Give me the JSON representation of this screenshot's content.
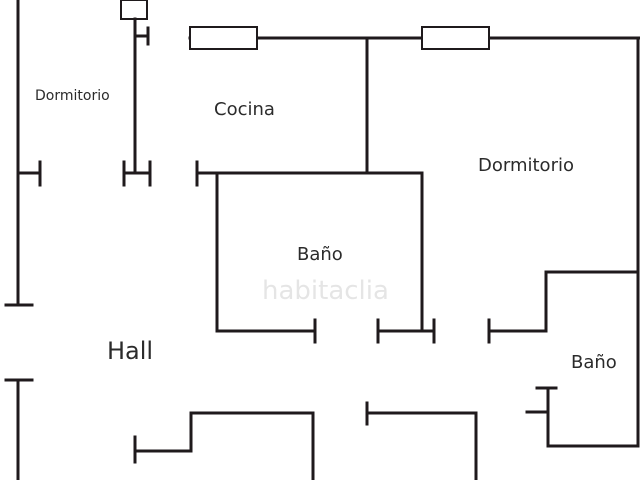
{
  "plan": {
    "rooms": {
      "dormitorio_left": "Dormitorio",
      "cocina": "Cocina",
      "dormitorio_right": "Dormitorio",
      "bano_center": "Baño",
      "hall": "Hall",
      "bano_right": "Baño"
    },
    "watermark": "habitaclia"
  },
  "colors": {
    "wall": "#1f1a1c",
    "background": "#ffffff"
  }
}
